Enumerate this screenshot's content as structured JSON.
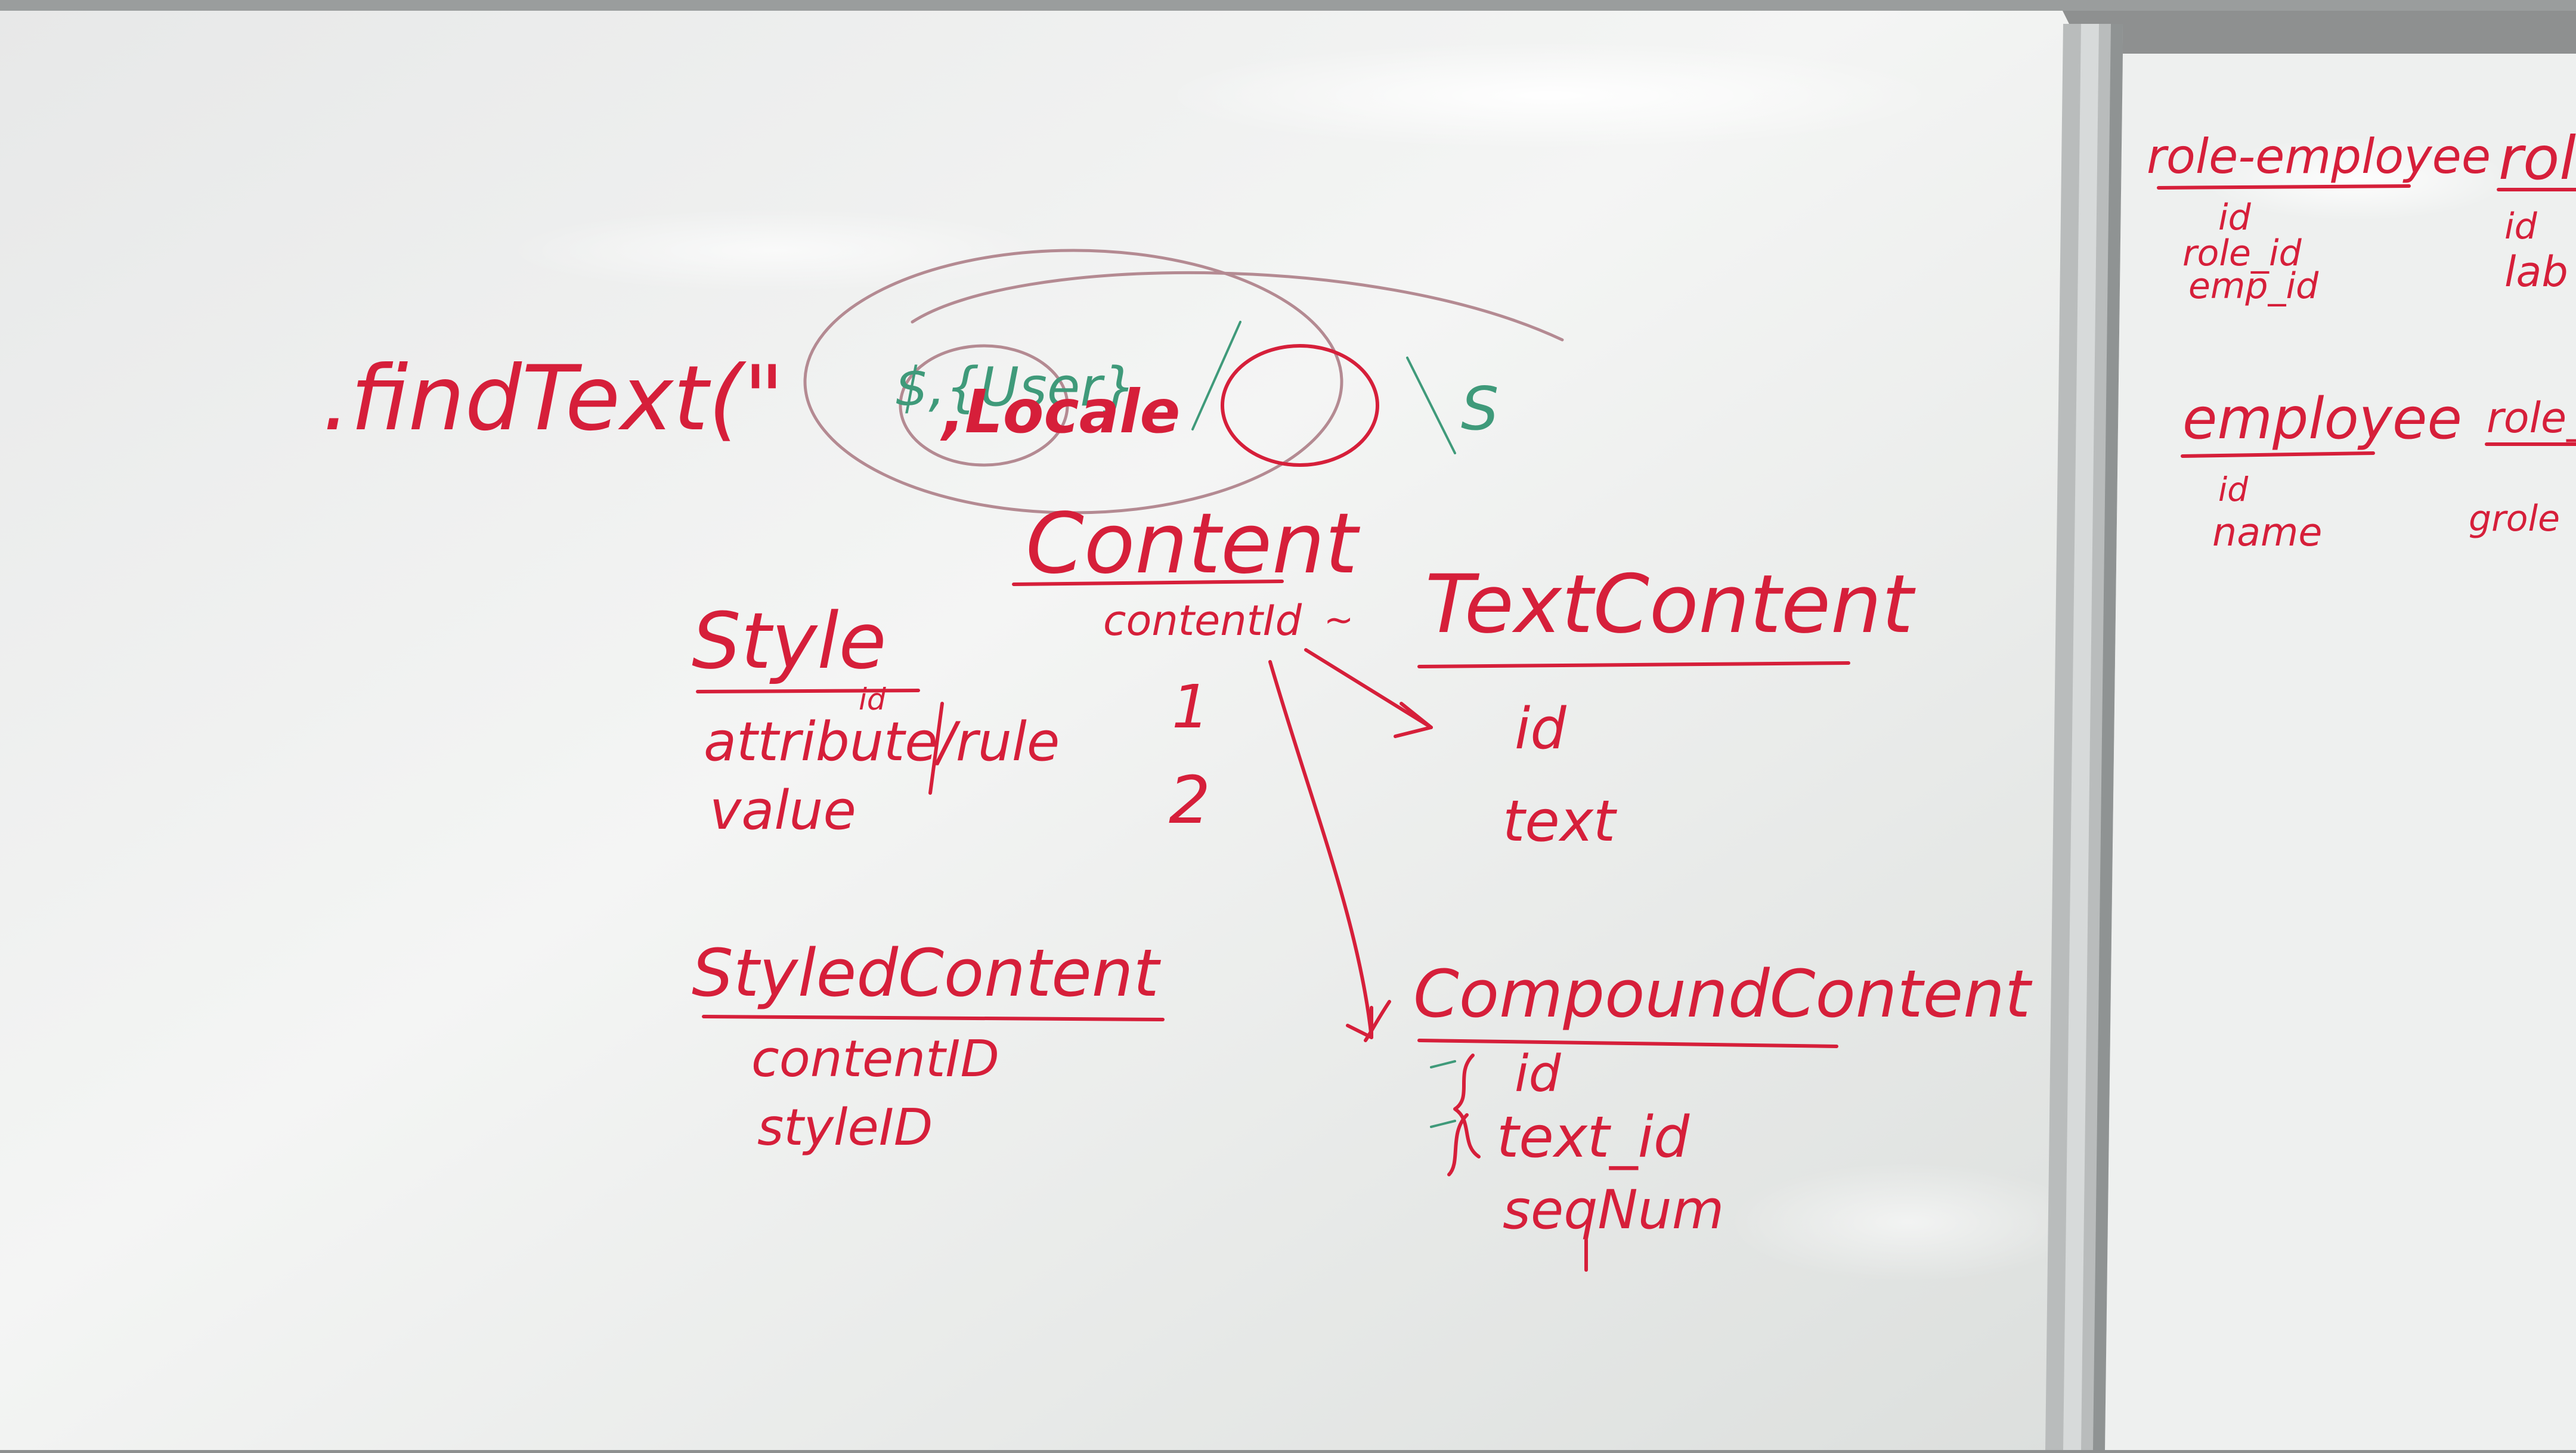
{
  "colors": {
    "board": "#f2f3f2",
    "board_shadow": "#dcdedd",
    "frame": "#b9bcbc",
    "red_marker": "#d61f3a",
    "green_marker": "#3f9a7a",
    "gray_marker": "#b48a92"
  },
  "left_board": {
    "find_text": ".findText(\"",
    "user_scribble": "$,{User}",
    "locale": ",Locale",
    "trailing": "S",
    "content": {
      "title": "Content",
      "field": "contentId",
      "mark": "~",
      "numbers": [
        "1",
        "2"
      ]
    },
    "style": {
      "title": "Style",
      "superscript": "id",
      "fields": [
        "attribute/rule",
        "value"
      ]
    },
    "styled_content": {
      "title": "StyledContent",
      "fields": [
        "contentID",
        "styleID"
      ]
    },
    "text_content": {
      "title": "TextContent",
      "fields": [
        "id",
        "text"
      ]
    },
    "compound_content": {
      "title": "CompoundContent",
      "fields": [
        "id",
        "text_id",
        "seqNum"
      ]
    }
  },
  "right_board": {
    "role_employee": {
      "title": "role-employee",
      "fields": [
        "id",
        "role_id",
        "emp_id"
      ]
    },
    "employee": {
      "title": "employee",
      "fields": [
        "id",
        "name"
      ]
    },
    "cut_off_1": {
      "title": "rol",
      "fields": [
        "id",
        "lab"
      ]
    },
    "cut_off_2": {
      "title": "role_",
      "fields": [
        "grole"
      ]
    }
  }
}
